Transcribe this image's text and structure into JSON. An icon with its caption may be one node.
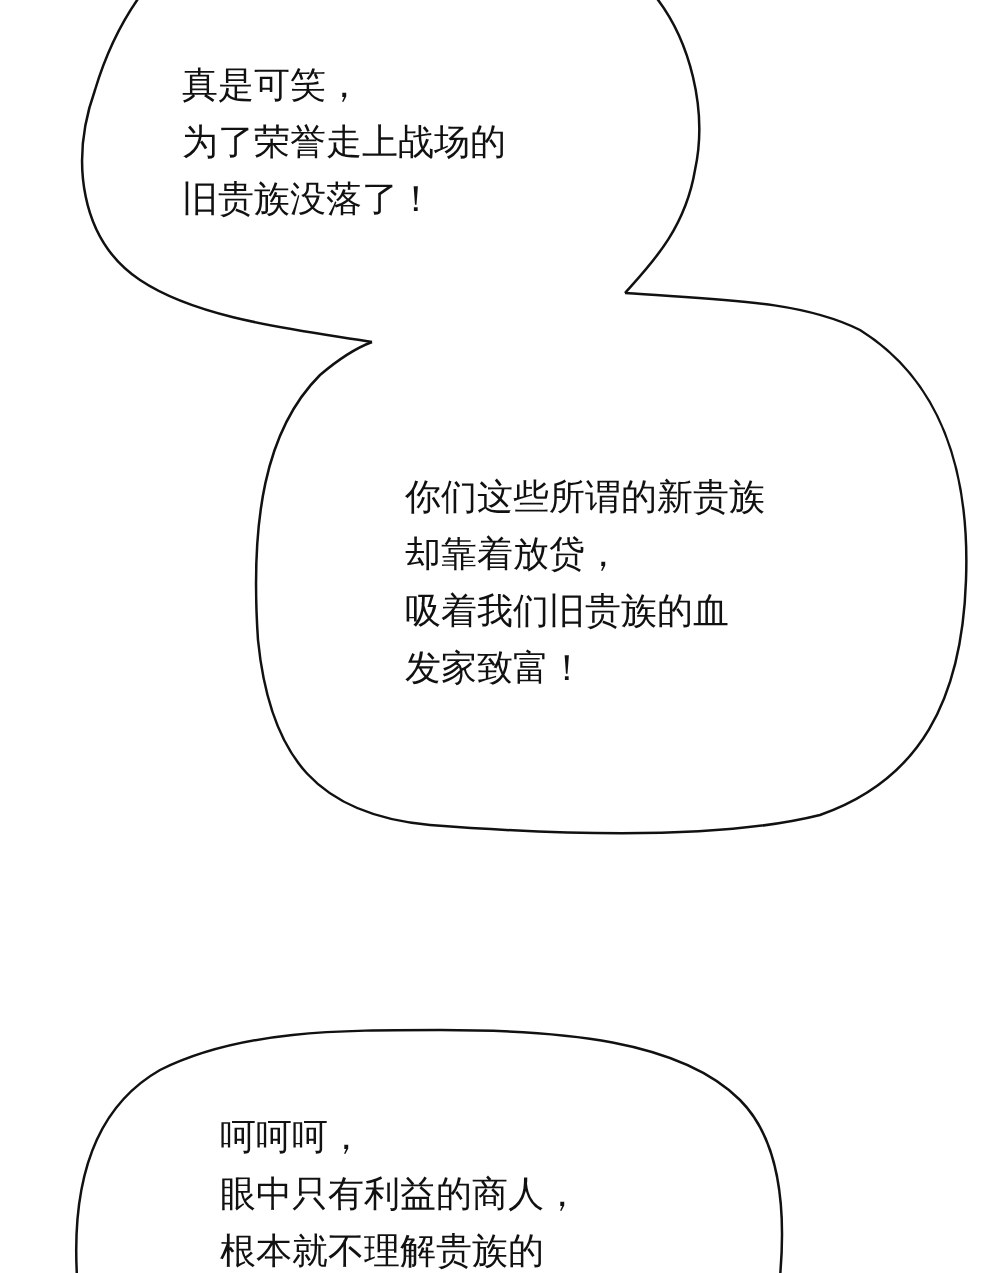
{
  "diagram": {
    "nodes": [
      {
        "text": [
          "真是可笑，为了荣誉走上战场的旧贵族没落了！"
        ]
      },
      {
        "text": [
          "你们这些所谓的新贵族却靠着放贷，吸着我们旧贵族的血发家致富！"
        ]
      },
      {
        "text": [
          "呵呵呵，眼中只有利益的商人，根本就不理解贵族的"
        ]
      }
    ]
  }
}
